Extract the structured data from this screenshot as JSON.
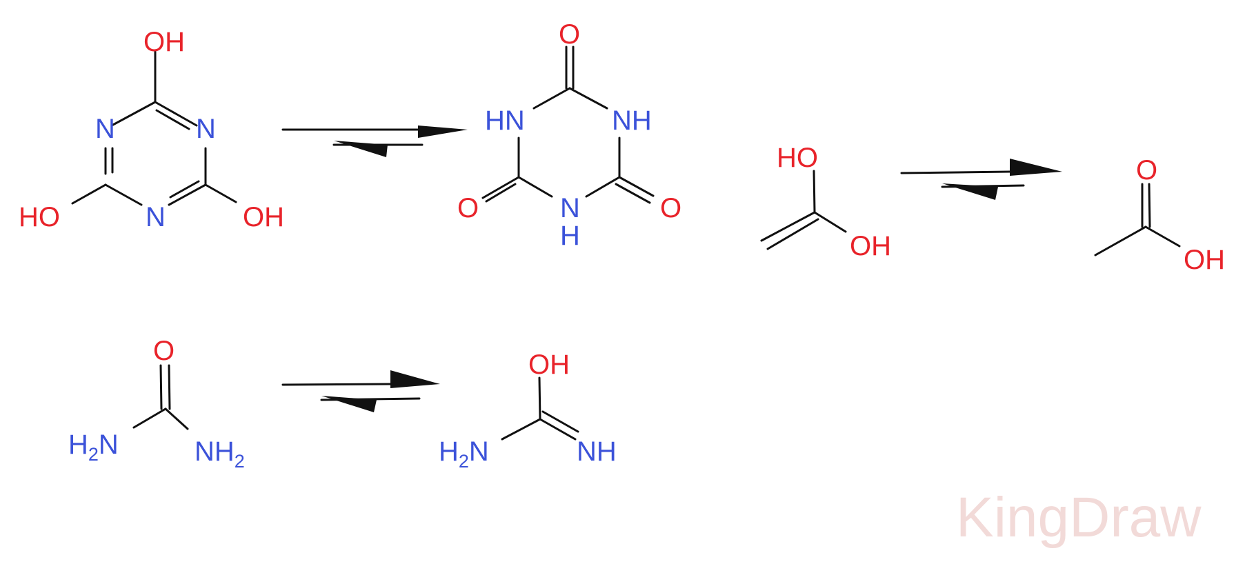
{
  "colors": {
    "oxygen": "#e8232a",
    "nitrogen": "#3b52d9",
    "bond": "#111111",
    "watermark": "#f2dad8"
  },
  "atoms": {
    "OH": "OH",
    "HO": "HO",
    "O": "O",
    "N": "N",
    "NH": "NH",
    "HN": "HN",
    "H": "H",
    "H2N_main": "H",
    "H2N_sub": "2",
    "H2N_end": "N",
    "NH2_main": "NH",
    "NH2_sub": "2"
  },
  "watermark": "KingDraw"
}
